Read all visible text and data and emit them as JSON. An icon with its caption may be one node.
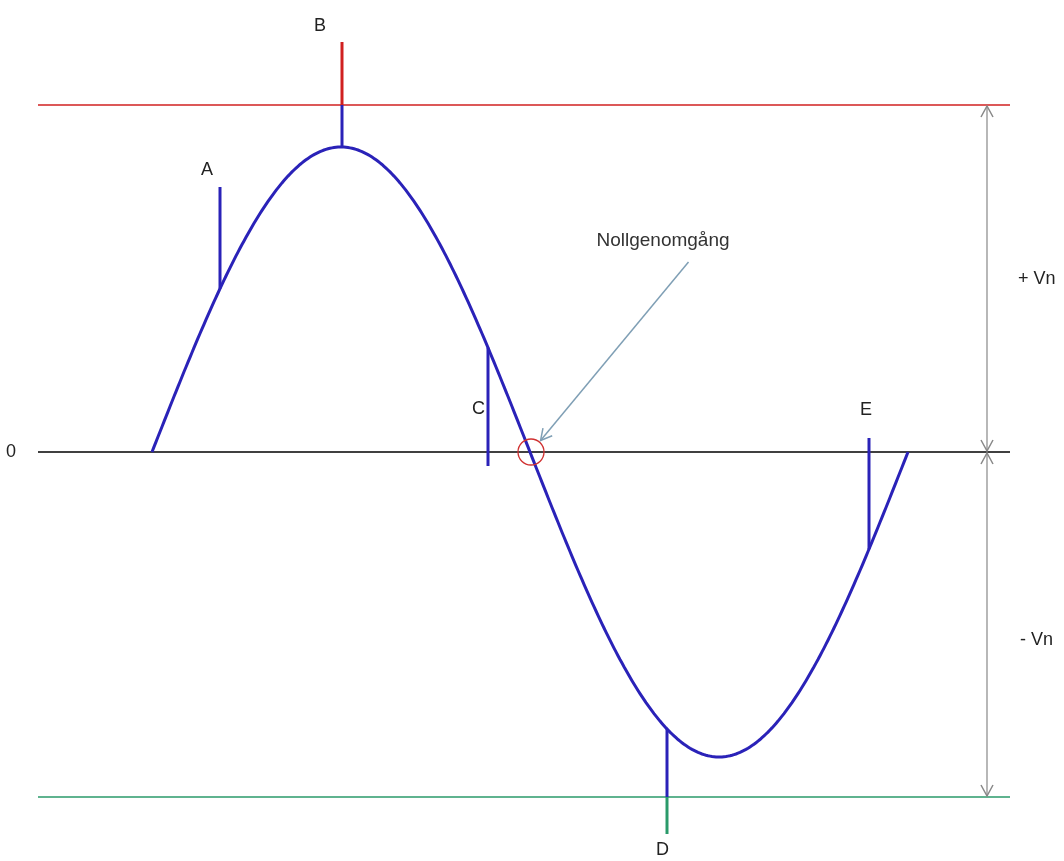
{
  "diagram": {
    "nodes": [
      {
        "text": [
          "Nollgenomgång"
        ]
      },
      {
        "text": [],
        "shape": "circle"
      }
    ],
    "edges": [
      {
        "from": 0,
        "to": 1,
        "arrow": "to",
        "color": "#7f9fb5"
      }
    ],
    "labels": [
      "B",
      "A",
      "+ Vn",
      "C",
      "E",
      "0",
      "- Vn",
      "D"
    ]
  }
}
